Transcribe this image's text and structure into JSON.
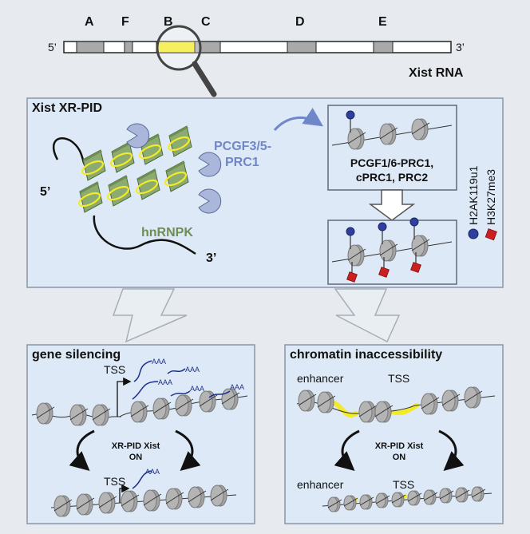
{
  "xist_rna": {
    "label": "Xist RNA",
    "five_prime": "5’",
    "three_prime": "3’",
    "repeats": [
      "A",
      "F",
      "B",
      "C",
      "D",
      "E"
    ]
  },
  "xr_pid": {
    "title": "Xist XR-PID",
    "five_prime": "5’",
    "three_prime": "3’",
    "protein_label": "hnRNPK",
    "prc_label_line1": "PCGF3/5-",
    "prc_label_line2": "PRC1",
    "complex_line1": "PCGF1/6-PRC1,",
    "complex_line2": "cPRC1, PRC2"
  },
  "legend": {
    "h2a": "H2AK119u1",
    "h3k27": "H3K27me3"
  },
  "gene_silencing": {
    "title": "gene silencing",
    "tss_top": "TSS",
    "tss_bottom": "TSS",
    "switch_line1": "XR-PID Xist",
    "switch_line2": "ON",
    "transcript_tail": "AAA"
  },
  "chromatin": {
    "title": "chromatin inaccessibility",
    "enhancer_top": "enhancer",
    "tss_top": "TSS",
    "enhancer_bottom": "enhancer",
    "tss_bottom": "TSS",
    "switch_line1": "XR-PID Xist",
    "switch_line2": "ON"
  },
  "colors": {
    "panel_fill": "#dde9f6",
    "panel_border": "#8a96a6",
    "repeat_gray": "#a9a9a9",
    "repeat_b_yellow": "#f3ea2a",
    "protein_green": "#8cab70",
    "prc_blue": "#aab6da",
    "prc_text": "#6f86c9",
    "ub_blue": "#2e3f9e",
    "me3_red": "#cc1f1f",
    "nucleosome": "#9c9c9c",
    "transcript": "#1c2f8c"
  }
}
